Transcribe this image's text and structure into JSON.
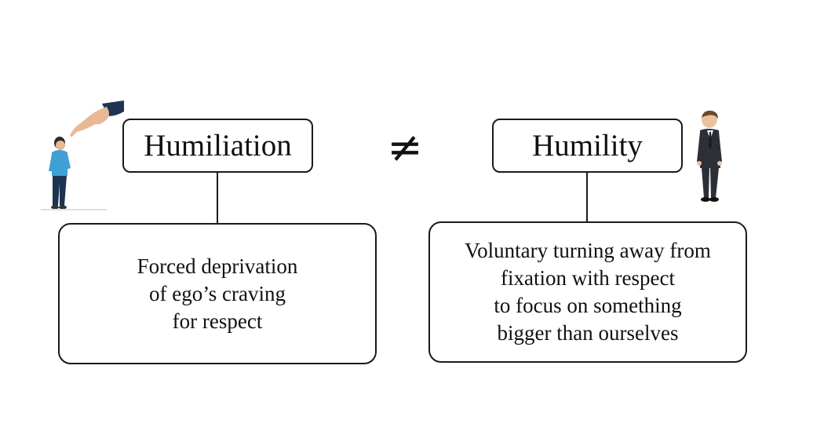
{
  "left": {
    "title": "Humiliation",
    "description": [
      "Forced deprivation",
      "of ego’s craving",
      "for respect"
    ],
    "illustration_icon": "pointing-hand-and-ashamed-person-icon"
  },
  "relation_symbol": "≠",
  "right": {
    "title": "Humility",
    "description": [
      "Voluntary turning away from",
      "fixation with respect",
      "to focus on something",
      "bigger than ourselves"
    ],
    "illustration_icon": "bowing-man-in-suit-icon"
  },
  "colors": {
    "border": "#1a1a1a",
    "background": "#ffffff"
  }
}
